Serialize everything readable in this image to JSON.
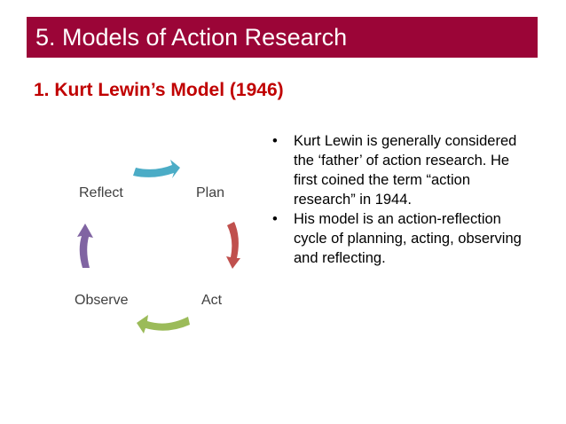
{
  "slide": {
    "title": "5. Models of Action Research",
    "subtitle": "1. Kurt Lewin’s Model (1946)",
    "colors": {
      "title_bar": "#9b0537",
      "subtitle": "#c00000",
      "arrow_plan_to_act": "#c0504d",
      "arrow_act_to_observe": "#9bbb59",
      "arrow_observe_to_reflect": "#8064a2",
      "arrow_reflect_to_plan": "#4bacc6"
    }
  },
  "cycle": {
    "stages": [
      "Reflect",
      "Plan",
      "Act",
      "Observe"
    ]
  },
  "bullets": [
    "Kurt Lewin is generally considered the ‘father’ of action research.  He first coined the term “action research” in 1944.",
    "His model is an action-reflection cycle of planning, acting, observing and reflecting."
  ]
}
